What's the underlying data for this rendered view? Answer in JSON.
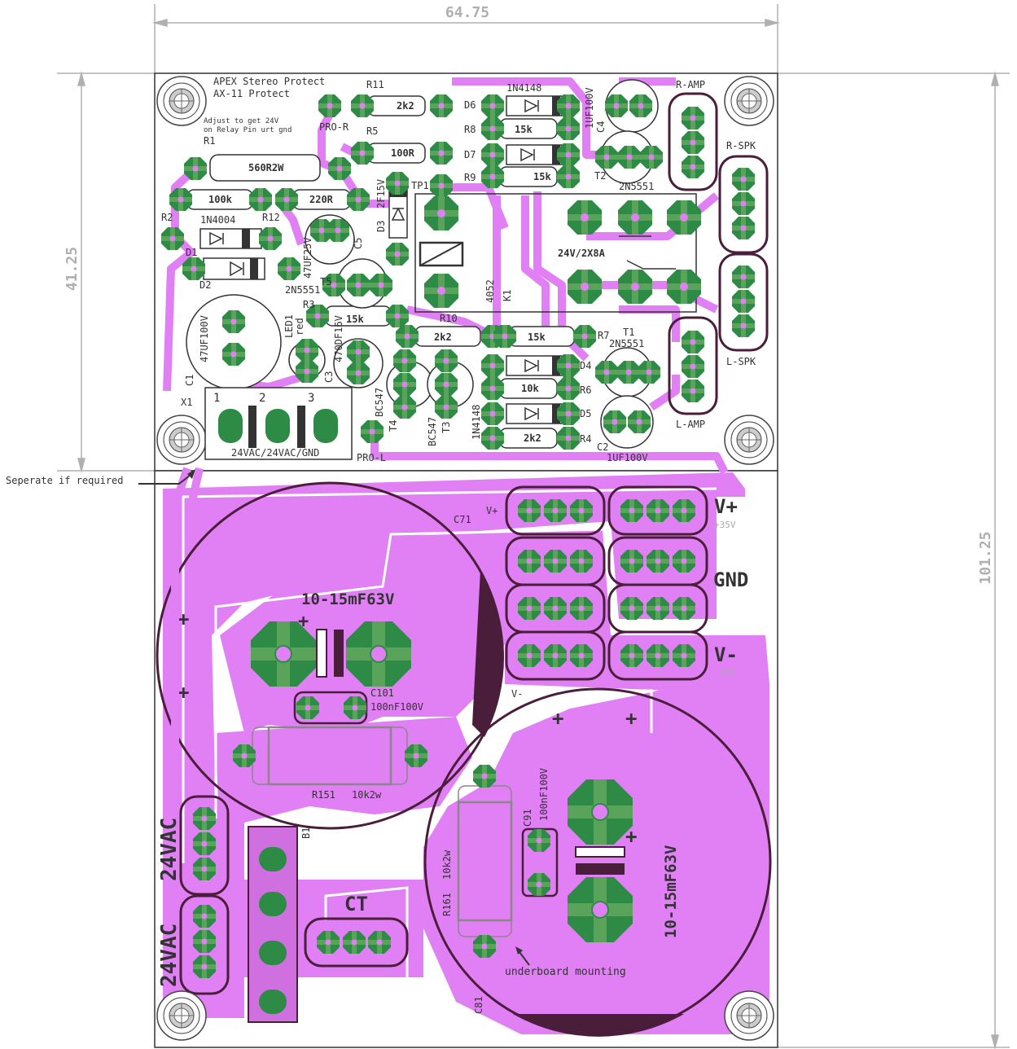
{
  "dimensions": {
    "width_label": "64.75",
    "height_upper_label": "41.25",
    "height_total_label": "101.25"
  },
  "colors": {
    "copper": "#e080f4",
    "pad": "#2e8b45",
    "outline": "#4a1e3a",
    "silk": "#ffffff",
    "dimension": "#b0b0b0"
  },
  "protect_board": {
    "title_line1": "APEX Stereo Protect",
    "title_line2": "AX-11 Protect",
    "note_line1": "Adjust to get 24V",
    "note_line2": "on Relay Pin urt gnd",
    "labels": {
      "r11": "R11",
      "r11_val": "2k2",
      "r5": "R5",
      "r5_val": "100R",
      "r1": "R1",
      "r1_val": "560R2W",
      "r2": "R2",
      "r2_val": "100k",
      "r12": "R12",
      "r12_val": "220R",
      "d1": "D1",
      "d2": "D2",
      "d1_val": "1N4004",
      "c5": "C5",
      "c5_val": "47UF25V",
      "pro_r": "PRO-R",
      "d6": "D6",
      "d6_val": "1N4148",
      "r8": "R8",
      "r8_val": "15k",
      "d7": "D7",
      "r9": "R9",
      "r9_val": "15k",
      "c4": "C4",
      "c4_val": "1UF100V",
      "t2": "T2",
      "t2_val": "2N5551",
      "tp1": "TP1",
      "d3": "D3",
      "d3_val": "2F15V",
      "r_amp": "R-AMP",
      "r_spk": "R-SPK",
      "relay": "24V/2X8A",
      "k1": "K1",
      "k1_val": "4052",
      "t5_val": "2N5551",
      "t5": "T5",
      "r3": "R3",
      "r3_val": "15k",
      "c1": "C1",
      "c1_val": "47UF100V",
      "led1": "LED1",
      "led1_val": "red",
      "c3": "C3",
      "c3_val": "470DF16V",
      "r10": "R10",
      "r10_val": "2k2",
      "r7_val": "15k",
      "r7": "R7",
      "t1": "T1",
      "t1_val": "2N5551",
      "d4": "D4",
      "r6": "R6",
      "r6_val": "10k",
      "d5": "D5",
      "d5_val": "1N4148",
      "r4": "R4",
      "r4_val": "2k2",
      "c2": "C2",
      "c2_val": "1UF100V",
      "l_spk": "L-SPK",
      "l_amp": "L-AMP",
      "t4": "T4",
      "t4_val": "BC547",
      "t3": "T3",
      "t3_val": "BC547",
      "pro_l": "PRO-L",
      "x1": "X1",
      "x1_pin1": "1",
      "x1_pin2": "2",
      "x1_pin3": "3",
      "x1_val": "24VAC/24VAC/GND"
    }
  },
  "separator_note": "Seperate if required",
  "psu_board": {
    "labels": {
      "c71": "C71",
      "vplus_small": "V+",
      "vplus": "V+",
      "vplus_val": "+35V",
      "gnd": "GND",
      "vminus": "V-",
      "vminus_val": "-35V",
      "vminus_small": "V-",
      "cap1_val": "10-15mF63V",
      "c101": "C101",
      "c101_val": "100nF100V",
      "r151": "R151",
      "r151_val": "10k2w",
      "b1": "B1",
      "ac1": "24VAC",
      "ac2": "24VAC",
      "ct": "CT",
      "r161": "R161",
      "r161_val": "10k2w",
      "c91": "C91",
      "c91_val": "100nF100V",
      "cap2_val": "10-15mF63V",
      "c81": "C81",
      "underboard": "underboard mounting",
      "plus": "+"
    }
  }
}
